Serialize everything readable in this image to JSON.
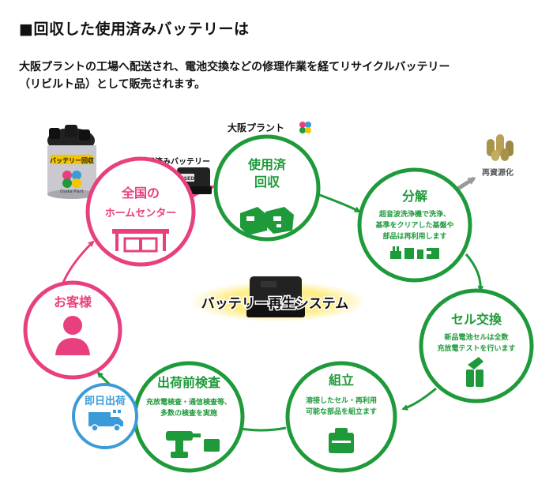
{
  "heading": "■回収した使用済みバッテリーは",
  "intro": {
    "line1": "大阪プラントの工場へ配送され、電池交換などの修理作業を経てリサイクルバッテリー",
    "line2": "（リビルト品）として販売されます。"
  },
  "brand": "大阪プラント",
  "can_label": "バッテリー回収",
  "can_logo": "Osaka Plant",
  "used_battery_label": "使用済みバッテリー",
  "battery_tag": "USED",
  "recycle_label": "再資源化",
  "center_title": "バッテリー再生システム",
  "nodes": {
    "home_center": {
      "line1": "全国の",
      "line2": "ホームセンター"
    },
    "collection": {
      "line1": "使用済",
      "line2": "回収"
    },
    "disassembly": {
      "title": "分解",
      "desc1": "超音波洗浄機で洗浄、",
      "desc2": "基準をクリアした基盤や",
      "desc3": "部品は再利用します"
    },
    "cell": {
      "title": "セル交換",
      "desc1": "新品電池セルは全数",
      "desc2": "充放電テストを行います"
    },
    "assembly": {
      "title": "組立",
      "desc1": "溶接したセル・再利用",
      "desc2": "可能な部品を組立ます"
    },
    "inspection": {
      "title": "出荷前検査",
      "desc1": "充放電検査・通信検査等、",
      "desc2": "多数の検査を実施"
    },
    "customer": {
      "title": "お客様"
    },
    "ship": {
      "title": "即日出荷"
    }
  },
  "colors": {
    "green": "#1e9a3a",
    "pink": "#e8407f",
    "blue": "#3a9bd8",
    "gold": "#f5c400",
    "gray": "#999999"
  }
}
